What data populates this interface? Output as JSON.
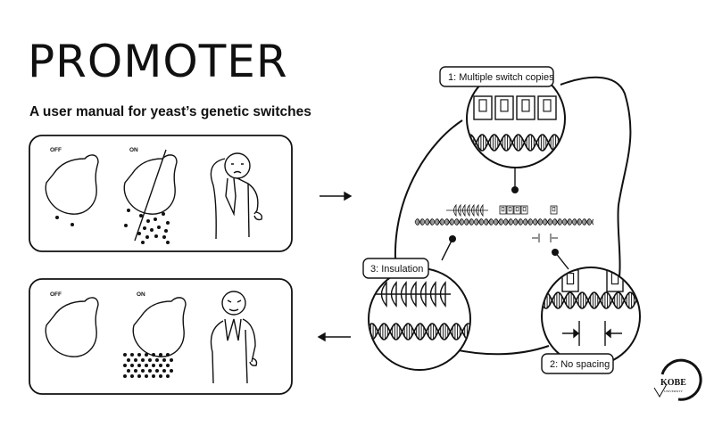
{
  "header": {
    "title": "PROMOTER",
    "subtitle": "A user manual for yeast’s genetic switches"
  },
  "panels": [
    {
      "off_label": "OFF",
      "on_label": "ON",
      "mood": "confused"
    },
    {
      "off_label": "OFF",
      "on_label": "ON",
      "mood": "confident"
    }
  ],
  "callouts": [
    {
      "label": "1: Multiple switch copies"
    },
    {
      "label": "2: No spacing"
    },
    {
      "label": "3: Insulation"
    }
  ],
  "logo": {
    "text": "KOBE",
    "subtext": "UNIVERSITY"
  },
  "colors": {
    "ink": "#111111",
    "background": "#ffffff"
  }
}
